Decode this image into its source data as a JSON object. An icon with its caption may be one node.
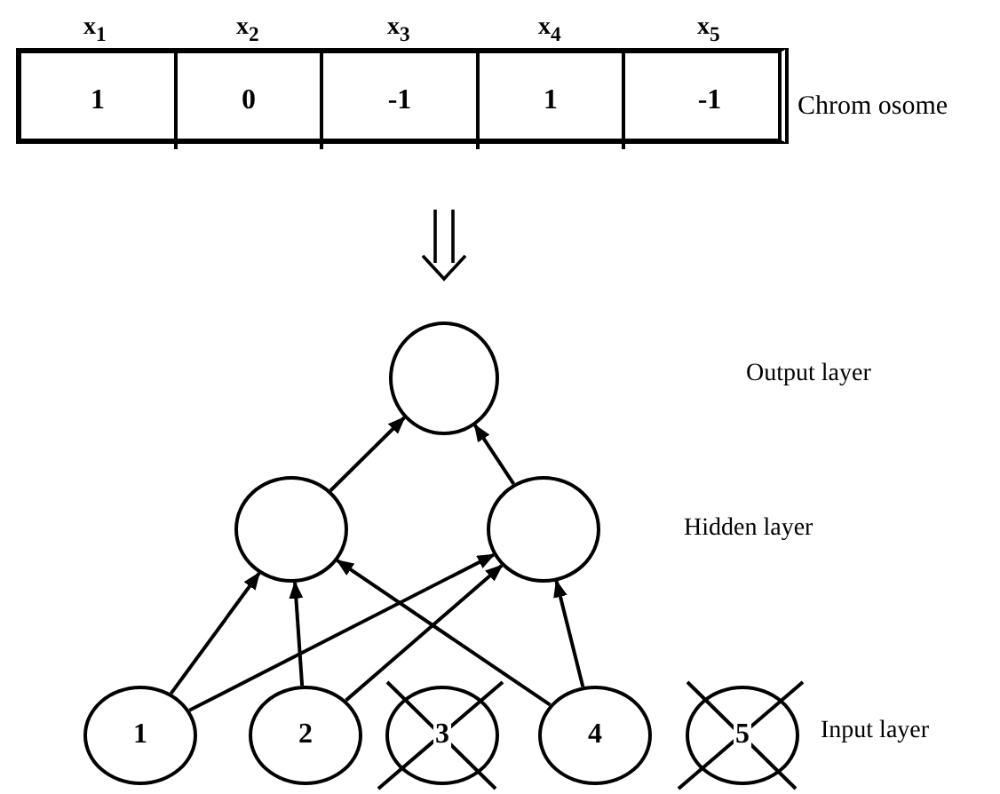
{
  "diagram": {
    "nodes": [
      {
        "text": [],
        "shape": "box",
        "beside": [
          "Chrom osome"
        ]
      },
      {
        "text": [
          "1"
        ],
        "in": 0,
        "beside": [
          "x$_{1}$"
        ]
      },
      {
        "text": [
          "0"
        ],
        "in": 0,
        "beside": [
          "x$_{2}$"
        ]
      },
      {
        "text": [
          "-1"
        ],
        "in": 0,
        "beside": [
          "x$_{3}$"
        ]
      },
      {
        "text": [
          "1"
        ],
        "in": 0,
        "beside": [
          "x$_{4}$"
        ]
      },
      {
        "text": [
          "-1"
        ],
        "in": 0,
        "beside": [
          "x$_{5}$"
        ]
      },
      {
        "text": [],
        "shape": "circle"
      },
      {
        "text": [],
        "shape": "circle"
      },
      {
        "text": [],
        "shape": "circle"
      },
      {
        "text": [
          "1"
        ]
      },
      {
        "text": [
          "2"
        ]
      },
      {
        "text": [
          "3"
        ]
      },
      {
        "text": [
          "4"
        ]
      },
      {
        "text": [
          "5"
        ]
      }
    ],
    "edges": [
      {
        "from": 7,
        "to": 6,
        "arrow": "to"
      },
      {
        "from": 8,
        "to": 6,
        "arrow": "to"
      },
      {
        "from": 9,
        "to": 7,
        "arrow": "to"
      },
      {
        "from": 9,
        "to": 8,
        "arrow": "to"
      },
      {
        "from": 10,
        "to": 7,
        "arrow": "to"
      },
      {
        "from": 10,
        "to": 8,
        "arrow": "to"
      },
      {
        "from": 12,
        "to": 7,
        "arrow": "to"
      },
      {
        "from": 12,
        "to": 8,
        "arrow": "to"
      }
    ],
    "labels": [
      "Output layer",
      "Hidden layer",
      "Input layer"
    ]
  }
}
